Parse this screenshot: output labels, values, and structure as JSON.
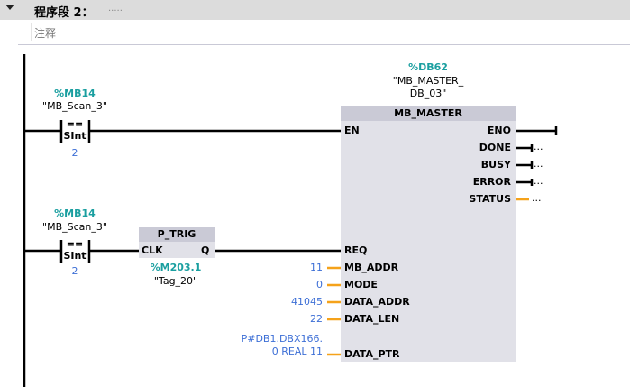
{
  "network": {
    "title": "程序段 2：",
    "title_dots": ".....",
    "comment": "注释"
  },
  "contact1": {
    "address": "%MB14",
    "tag": "\"MB_Scan_3\"",
    "op": "==",
    "type": "SInt",
    "value": "2"
  },
  "contact2": {
    "address": "%MB14",
    "tag": "\"MB_Scan_3\"",
    "op": "==",
    "type": "SInt",
    "value": "2"
  },
  "ptrig": {
    "name": "P_TRIG",
    "in": "CLK",
    "out": "Q",
    "address": "%M203.1",
    "tag": "\"Tag_20\""
  },
  "block": {
    "db_address": "%DB62",
    "db_name_1": "\"MB_MASTER_",
    "db_name_2": "DB_03\"",
    "name": "MB_MASTER",
    "inputs": [
      {
        "pin": "EN",
        "value": ""
      },
      {
        "pin": "REQ",
        "value": ""
      },
      {
        "pin": "MB_ADDR",
        "value": "11"
      },
      {
        "pin": "MODE",
        "value": "0"
      },
      {
        "pin": "DATA_ADDR",
        "value": "41045"
      },
      {
        "pin": "DATA_LEN",
        "value": "22"
      },
      {
        "pin": "DATA_PTR",
        "value_1": "P#DB1.DBX166.",
        "value_2": "0 REAL 11"
      }
    ],
    "outputs": [
      {
        "pin": "ENO",
        "value": ""
      },
      {
        "pin": "DONE",
        "value": "..."
      },
      {
        "pin": "BUSY",
        "value": "..."
      },
      {
        "pin": "ERROR",
        "value": "..."
      },
      {
        "pin": "STATUS",
        "value": "..."
      }
    ]
  },
  "colors": {
    "wire": "#000000",
    "param": "#f5a21a",
    "teal": "#1a9fa0",
    "blue": "#3d6fd6"
  }
}
